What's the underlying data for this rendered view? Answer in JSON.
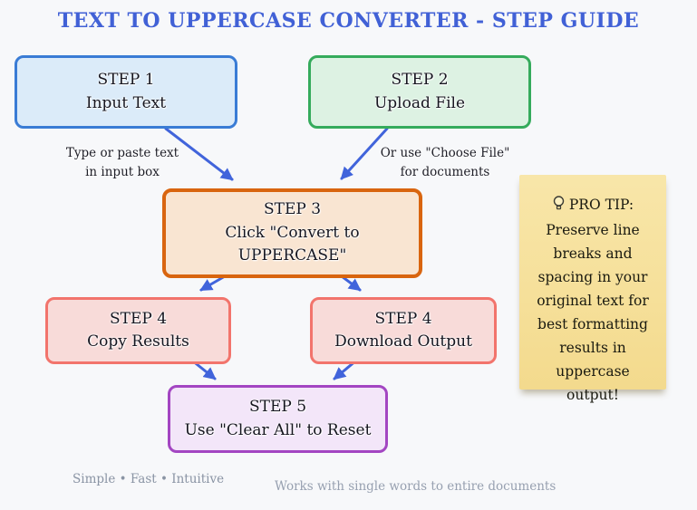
{
  "title": "TEXT TO UPPERCASE CONVERTER - STEP GUIDE",
  "steps": [
    {
      "label": "STEP 1",
      "desc": "Input Text"
    },
    {
      "label": "STEP 2",
      "desc": "Upload File"
    },
    {
      "label": "STEP 3",
      "desc": "Click \"Convert to\nUPPERCASE\""
    },
    {
      "label": "STEP 4",
      "desc": "Copy Results"
    },
    {
      "label": "STEP 4",
      "desc": "Download Output"
    },
    {
      "label": "STEP 5",
      "desc": "Use \"Clear All\" to Reset"
    }
  ],
  "annotations": {
    "step1": "Type or paste text\nin input box",
    "step2": "Or use \"Choose File\"\nfor documents"
  },
  "pro_tip": {
    "icon": "lightbulb-icon",
    "heading": "PRO TIP:",
    "body": "Preserve line\nbreaks and\nspacing in your\noriginal text for\nbest formatting\nresults in\nuppercase\noutput!"
  },
  "footer": {
    "tagline": "Simple • Fast • Intuitive",
    "caption": "Works with single words to entire documents"
  },
  "colors": {
    "background": "#f7f8fa",
    "title_text": "#4161d6",
    "arrow": "#4164db",
    "step1_fill": "#dbebf9",
    "step1_border": "#3a7cd5",
    "step2_fill": "#ddf2e3",
    "step2_border": "#35ab5c",
    "step3_fill": "#f9e5d2",
    "step3_border": "#d9650f",
    "step4_fill": "#f8dbd9",
    "step4_border": "#f2746c",
    "step5_fill": "#f3e6f9",
    "step5_border": "#a346c2",
    "note_fill": "#f6e09a"
  }
}
